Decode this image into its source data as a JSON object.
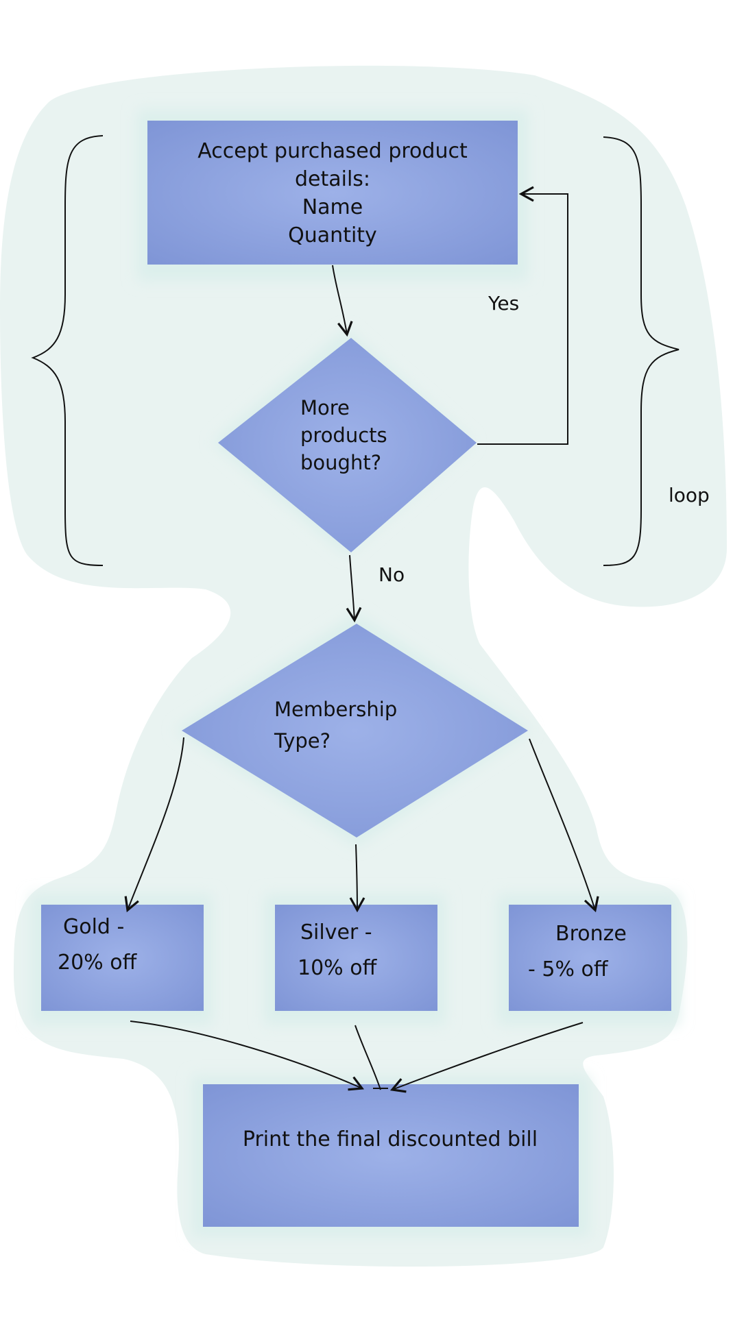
{
  "colors": {
    "node_fill": "#8a9fdc",
    "node_fill_light": "#9bb0e6",
    "node_fill_dark": "#7d93d4",
    "background_blob": "#e8f2f0",
    "glow": "#dff0ee",
    "line": "#111111"
  },
  "nodes": {
    "accept": {
      "lines": [
        "Accept purchased product",
        "details:",
        "Name",
        "Quantity"
      ]
    },
    "more_products": {
      "lines": [
        "More",
        "products",
        "bought?"
      ]
    },
    "membership": {
      "lines": [
        "Membership",
        "Type?"
      ]
    },
    "gold": {
      "lines": [
        "Gold -",
        "20% off"
      ]
    },
    "silver": {
      "lines": [
        "Silver -",
        "10% off"
      ]
    },
    "bronze": {
      "lines": [
        "Bronze",
        "- 5% off"
      ]
    },
    "print": {
      "lines": [
        "Print the final discounted bill"
      ]
    }
  },
  "labels": {
    "yes": "Yes",
    "no": "No",
    "loop": "loop"
  }
}
